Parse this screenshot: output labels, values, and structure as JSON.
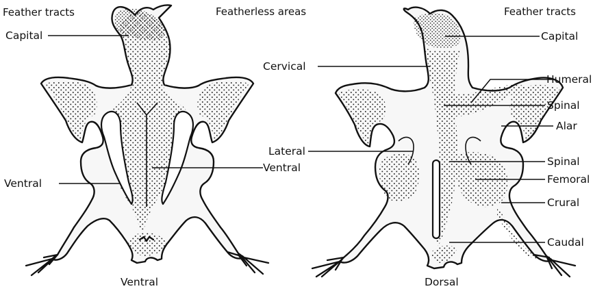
{
  "headers": {
    "left_feather_tracts": "Feather tracts",
    "featherless_areas": "Featherless areas",
    "right_feather_tracts": "Feather tracts"
  },
  "views": {
    "ventral_caption": "Ventral",
    "dorsal_caption": "Dorsal"
  },
  "left_labels": {
    "capital": "Capital",
    "ventral_left": "Ventral",
    "ventral_right": "Ventral"
  },
  "right_labels": {
    "capital": "Capital",
    "cervical": "Cervical",
    "humeral": "Humeral",
    "spinal_upper": "Spinal",
    "alar": "Alar",
    "lateral": "Lateral",
    "spinal_lower": "Spinal",
    "femoral": "Femoral",
    "crural": "Crural",
    "caudal": "Caudal"
  },
  "colors": {
    "ink": "#111111",
    "paper": "#ffffff",
    "stipple": "#222222"
  }
}
